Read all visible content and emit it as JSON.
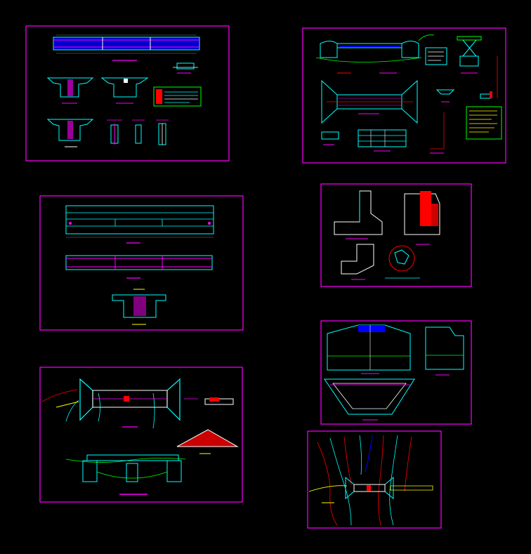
{
  "drawing": {
    "background": "#000000",
    "colors": {
      "frame": "#ff00ff",
      "cyan": "#00ffff",
      "blue": "#0000ff",
      "red": "#ff0000",
      "green": "#00ff00",
      "yellow": "#ffff00",
      "white": "#ffffff",
      "grey": "#808080"
    },
    "sheets": [
      {
        "id": "sheet-1",
        "content": "girder-elevation-and-sections"
      },
      {
        "id": "sheet-2",
        "content": "bridge-elevation-plan-and-pier"
      },
      {
        "id": "sheet-3",
        "content": "deck-plan-and-cross-section"
      },
      {
        "id": "sheet-4",
        "content": "abutment-and-wingwall-details"
      },
      {
        "id": "sheet-5",
        "content": "bridge-plan-and-elevation-with-riprap"
      },
      {
        "id": "sheet-6",
        "content": "abutment-elevation-and-plan"
      },
      {
        "id": "sheet-7",
        "content": "site-contour-plan"
      }
    ]
  }
}
